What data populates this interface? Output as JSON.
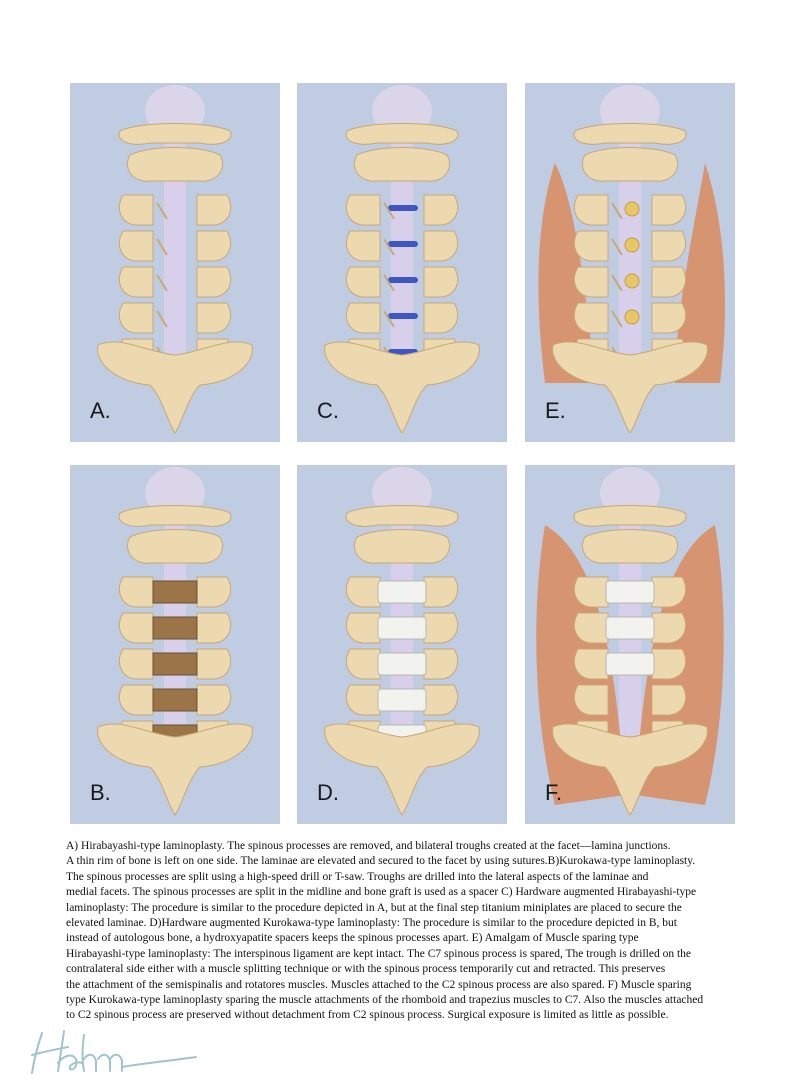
{
  "panels": [
    {
      "id": "A",
      "label": "A.",
      "variant": "split-sutures"
    },
    {
      "id": "C",
      "label": "C.",
      "variant": "split-miniplates"
    },
    {
      "id": "E",
      "label": "E.",
      "variant": "muscle-split"
    },
    {
      "id": "B",
      "label": "B.",
      "variant": "bone-graft"
    },
    {
      "id": "D",
      "label": "D.",
      "variant": "spacers"
    },
    {
      "id": "F",
      "label": "F.",
      "variant": "muscle-spacers"
    }
  ],
  "caption": {
    "lines": [
      "A) Hirabayashi-type laminoplasty. The spinous processes are removed, and bilateral troughs created at the facet—lamina junctions.",
      " A thin rim of bone is left on one side. The laminae are elevated and secured to the facet by using sutures.B)Kurokawa-type laminoplasty.",
      "The spinous processes are split using a high-speed drill or T-saw. Troughs are drilled into the lateral aspects of the laminae and",
      "medial facets. The spinous processes are split in the midline and bone graft is used as a spacer C) Hardware augmented Hirabayashi-type",
      "laminoplasty: The procedure is similar to the procedure depicted in A, but at the final step titanium miniplates are placed to secure the",
      "elevated laminae. D)Hardware augmented Kurokawa-type laminoplasty: The procedure is similar to the procedure depicted in B, but",
      "instead of autologous bone, a hydroxyapatite spacers keeps the spinous processes apart. E) Amalgam of Muscle sparing type",
      "Hirabayashi-type laminoplasty: The interspinous ligament are kept intact. The C7 spinous process is spared, The trough is drilled on the",
      "contralateral side either with a muscle splitting technique or with the spinous process temporarily cut and retracted. This preserves",
      "the attachment of the semispinalis and rotatores muscles. Muscles attached to the C2 spinous process are also spared. F) Muscle sparing",
      "type Kurokawa-type laminoplasty sparing the muscle attachments of the rhomboid and trapezius muscles to C7. Also the muscles attached",
      "to C2 spinous process are preserved without detachment from C2 spinous process. Surgical exposure is limited as little as possible."
    ]
  },
  "colors": {
    "panel_bg": "#c0cce2",
    "bone": "#ecd9b0",
    "bone_shade": "#c9a874",
    "muscle": "#d9895d",
    "graft": "#9b7448",
    "plate": "#3e57c4",
    "spacer": "#f2f2ef"
  },
  "signature": {
    "icon": "artist-signature"
  }
}
